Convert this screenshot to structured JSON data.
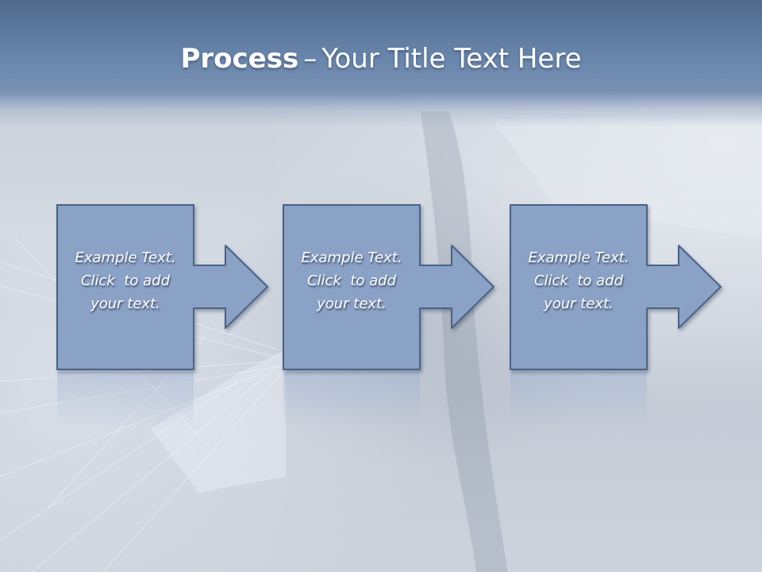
{
  "slide": {
    "title_bold": "Process",
    "title_dash": "–",
    "title_rest": "Your Title Text Here"
  },
  "steps": [
    {
      "line1": "Example Text.",
      "line2": "Click  to add",
      "line3": "your text."
    },
    {
      "line1": "Example Text.",
      "line2": "Click  to add",
      "line3": "your text."
    },
    {
      "line1": "Example Text.",
      "line2": "Click  to add",
      "line3": "your text."
    }
  ],
  "colors": {
    "box_fill": "#8aa2c6",
    "box_stroke": "#4a6285",
    "title_band": "#6885ab"
  }
}
